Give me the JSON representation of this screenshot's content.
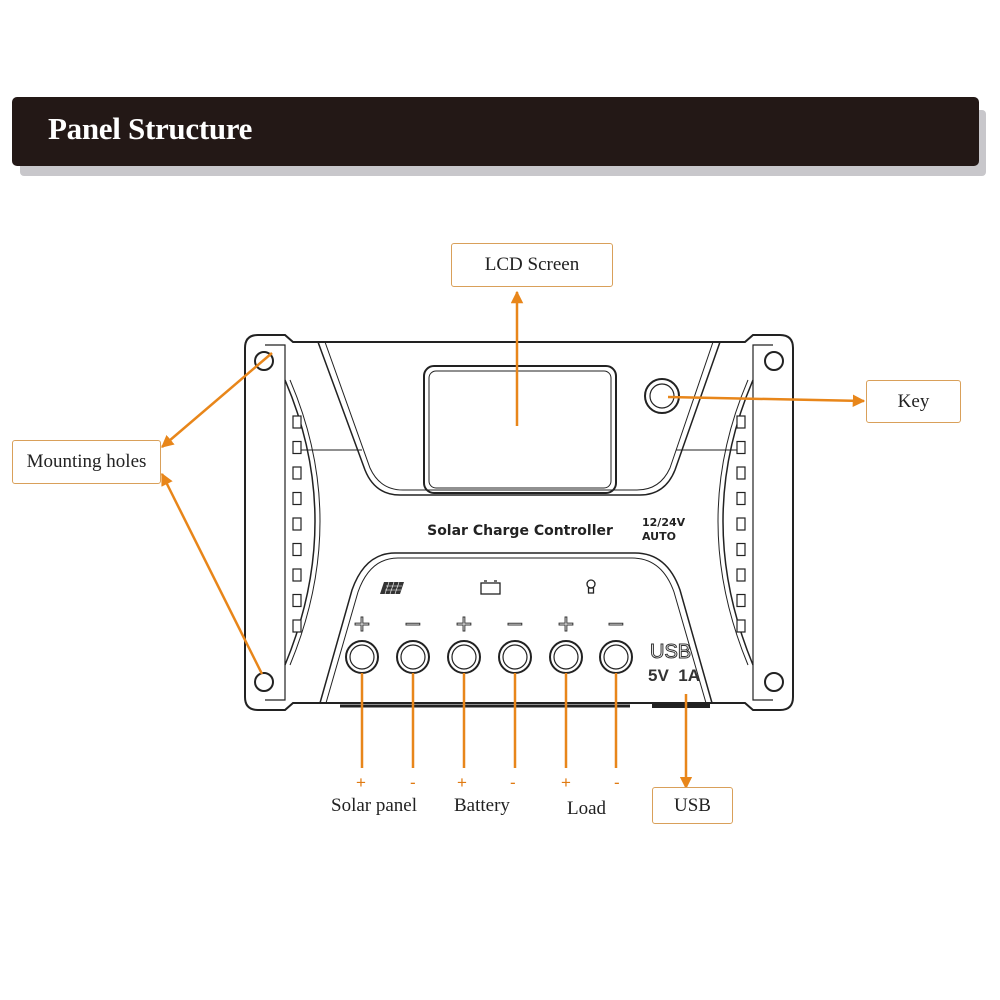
{
  "header": {
    "title": "Panel Structure"
  },
  "device": {
    "name": "Solar Charge Controller",
    "voltage_line1": "12/24V",
    "voltage_line2": "AUTO",
    "usb_label": "USB",
    "usb_rating": "5V  1A",
    "terminal_signs": [
      "+",
      "−",
      "+",
      "−",
      "+",
      "−"
    ],
    "icons": [
      "solar-panel-icon",
      "battery-icon",
      "bulb-icon"
    ]
  },
  "callouts": {
    "lcd": "LCD Screen",
    "key": "Key",
    "mounting": "Mounting holes",
    "usb": "USB"
  },
  "terminals": {
    "signs": [
      "+",
      "-",
      "+",
      "-",
      "+",
      "-"
    ],
    "groups": [
      "Solar panel",
      "Battery",
      "Load"
    ]
  },
  "colors": {
    "accent": "#e8861a",
    "banner": "#231816",
    "outline": "#222222"
  }
}
